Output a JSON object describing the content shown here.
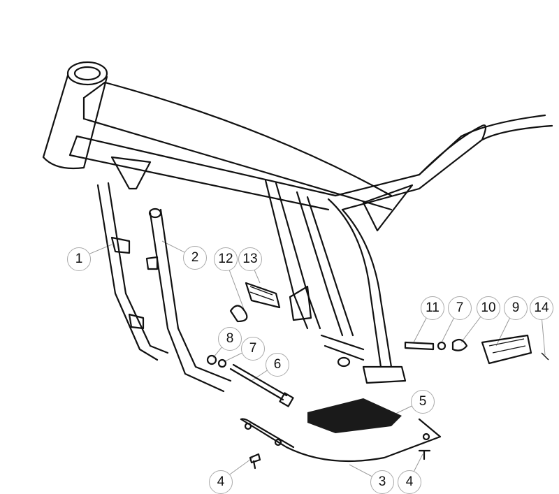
{
  "diagram": {
    "type": "exploded parts diagram - motorcycle frame",
    "callouts": [
      {
        "label": "1"
      },
      {
        "label": "2"
      },
      {
        "label": "12"
      },
      {
        "label": "13"
      },
      {
        "label": "11"
      },
      {
        "label": "7"
      },
      {
        "label": "10"
      },
      {
        "label": "9"
      },
      {
        "label": "14"
      },
      {
        "label": "8"
      },
      {
        "label": "7"
      },
      {
        "label": "6"
      },
      {
        "label": "5"
      },
      {
        "label": "4"
      },
      {
        "label": "3"
      },
      {
        "label": "4"
      }
    ]
  }
}
